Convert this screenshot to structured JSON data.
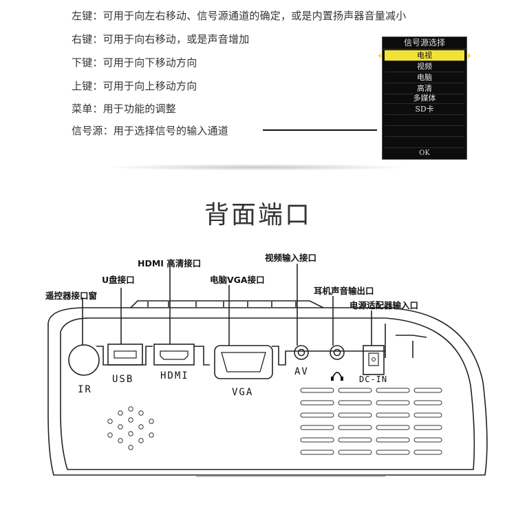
{
  "key_lines": [
    "左键：可用于向左右移动、信号源通道的确定，或是内置扬声器音量减小",
    "右键：可用于向右移动，或是声音增加",
    "下键：可用于向下移动方向",
    "上键：可用于向上移动方向",
    "菜单：用于功能的调整",
    "信号源：用于选择信号的输入通道"
  ],
  "source_menu": {
    "title": "信号源选择",
    "items": [
      "电视",
      "视频",
      "电脑",
      "高清",
      "多媒体",
      "SD卡"
    ],
    "selected": "电视",
    "ok": "OK",
    "selected_color": "#f1e23a"
  },
  "section_title": "背面端口",
  "callouts": {
    "remote_window": "遥控器接口窗",
    "usb_port": "U盘接口",
    "hdmi_port": "HDMI 高清接口",
    "vga_port": "电脑VGA接口",
    "video_input": "视频输入接口",
    "earphone": "耳机声音输出口",
    "power_input": "电源适配器输入口"
  },
  "port_labels": {
    "ir": "IR",
    "usb": "USB",
    "hdmi": "HDMI",
    "vga": "VGA",
    "av": "AV",
    "dc_in": "DC-IN"
  }
}
